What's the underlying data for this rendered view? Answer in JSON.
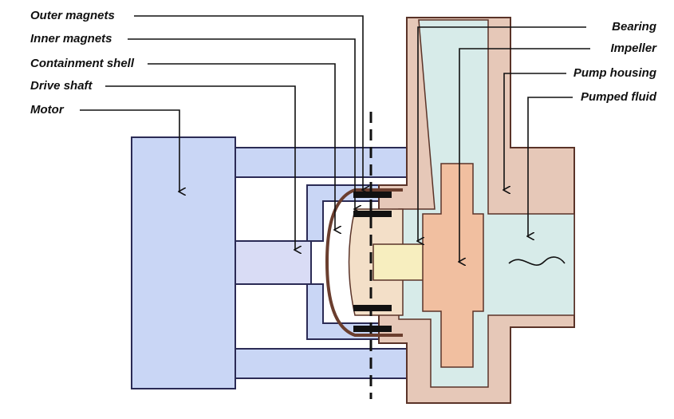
{
  "labels_left": [
    {
      "key": "outer_magnets",
      "text": "Outer magnets"
    },
    {
      "key": "inner_magnets",
      "text": "Inner magnets"
    },
    {
      "key": "containment_shell",
      "text": "Containment shell"
    },
    {
      "key": "drive_shaft",
      "text": "Drive shaft"
    },
    {
      "key": "motor",
      "text": "Motor"
    }
  ],
  "labels_right": [
    {
      "key": "bearing",
      "text": "Bearing"
    },
    {
      "key": "impeller",
      "text": "Impeller"
    },
    {
      "key": "pump_housing",
      "text": "Pump housing"
    },
    {
      "key": "pumped_fluid",
      "text": "Pumped fluid"
    }
  ],
  "colors": {
    "motor": "#c9d6f5",
    "motor_stroke": "#2b2b55",
    "housing": "#e6c8b8",
    "housing_stroke": "#5a3328",
    "fluid": "#d7ebe9",
    "impeller": "#f1bfa0",
    "shaft_pump": "#f7eebf",
    "hub": "#f3dfc8",
    "magnet": "#111111",
    "shell": "#6b3e2e"
  }
}
